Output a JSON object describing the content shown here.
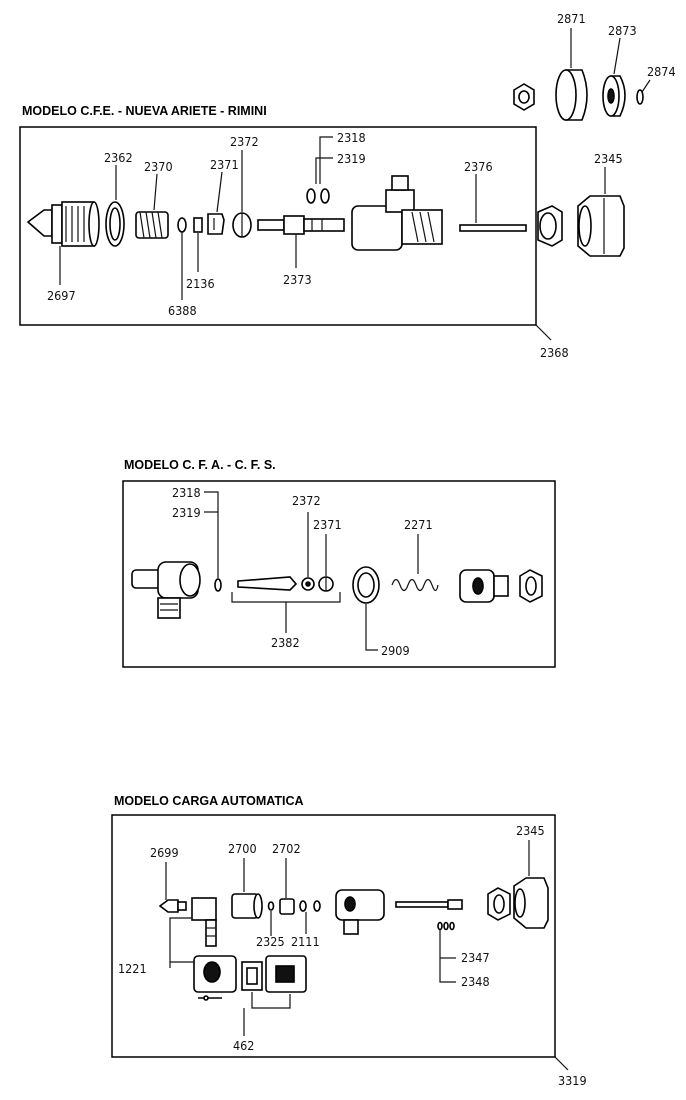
{
  "sections": {
    "s1": {
      "title": "MODELO C.F.E. - NUEVA ARIETE - RIMINI",
      "labels": {
        "l2871": "2871",
        "l2873": "2873",
        "l2874": "2874",
        "l2318": "2318",
        "l2319": "2319",
        "l2372": "2372",
        "l2362": "2362",
        "l2370": "2370",
        "l2371": "2371",
        "l2376": "2376",
        "l2345": "2345",
        "l2697": "2697",
        "l2136": "2136",
        "l6388": "6388",
        "l2373": "2373",
        "l2368": "2368"
      }
    },
    "s2": {
      "title": "MODELO  C. F. A. - C. F. S.",
      "labels": {
        "l2318": "2318",
        "l2319": "2319",
        "l2372": "2372",
        "l2371": "2371",
        "l2271": "2271",
        "l2382": "2382",
        "l2909": "2909"
      }
    },
    "s3": {
      "title": "MODELO  CARGA AUTOMATICA",
      "labels": {
        "l2699": "2699",
        "l2700": "2700",
        "l2702": "2702",
        "l2345": "2345",
        "l2325": "2325",
        "l2111": "2111",
        "l1221": "1221",
        "l2347": "2347",
        "l2348": "2348",
        "l462": "462",
        "l3319": "3319"
      }
    }
  }
}
